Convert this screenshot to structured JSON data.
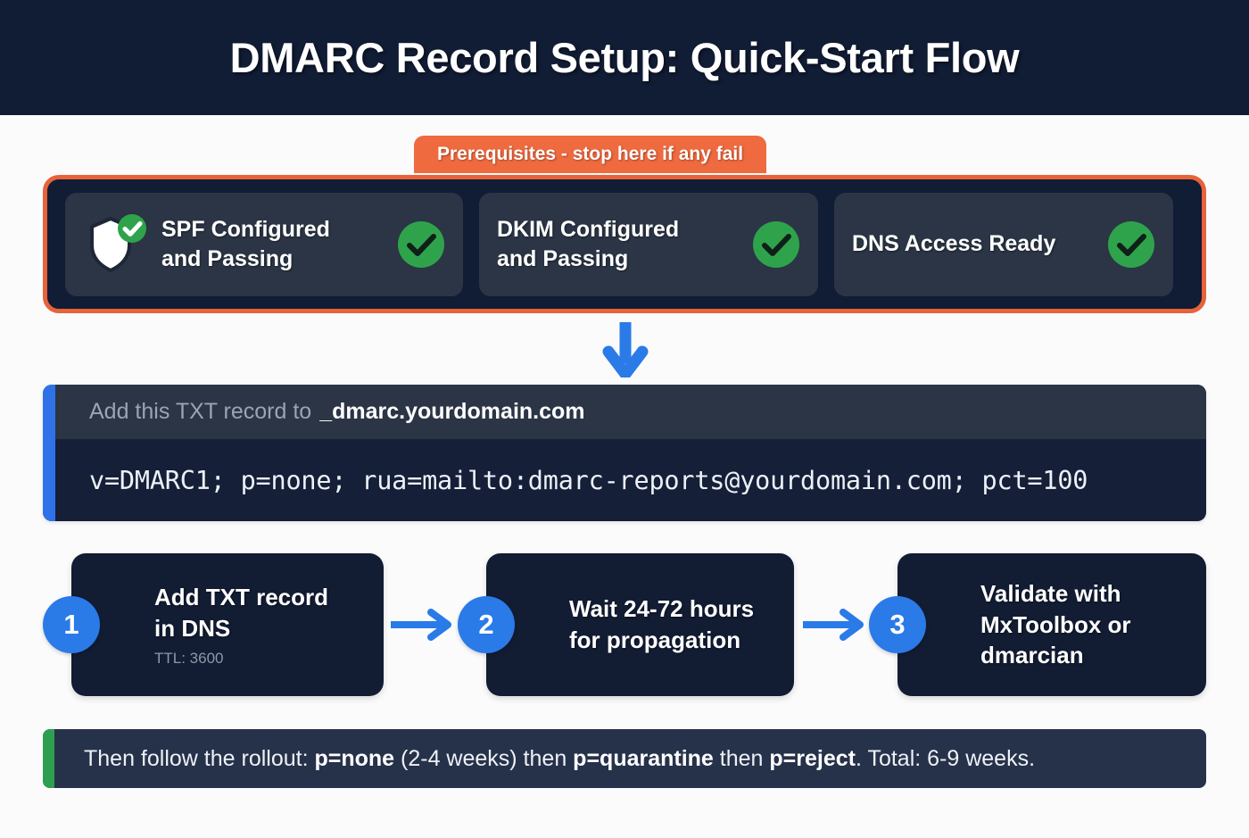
{
  "header": {
    "title": "DMARC Record Setup: Quick-Start Flow"
  },
  "prerequisites": {
    "banner_label": "Prerequisites - stop here if any fail",
    "border_color": "#e8623a",
    "banner_color": "#ef6a3f",
    "check_color": "#2fa34b",
    "cards": [
      {
        "label_line1": "SPF Configured",
        "label_line2": "and Passing",
        "has_shield_icon": true,
        "status_icon": "check-circle-icon"
      },
      {
        "label_line1": "DKIM Configured",
        "label_line2": "and Passing",
        "has_shield_icon": false,
        "status_icon": "check-circle-icon"
      },
      {
        "label_line1": "DNS Access Ready",
        "label_line2": "",
        "has_shield_icon": false,
        "status_icon": "check-circle-icon"
      }
    ]
  },
  "flow_arrow": {
    "direction": "down",
    "color": "#2a7ae8"
  },
  "record": {
    "header_prefix": "Add this TXT record to",
    "header_domain": "_dmarc.yourdomain.com",
    "value": "v=DMARC1; p=none; rua=mailto:dmarc-reports@yourdomain.com; pct=100",
    "accent_color": "#2f72e8"
  },
  "steps": [
    {
      "number": "1",
      "title_line1": "Add TXT record",
      "title_line2": "in DNS",
      "title_line3": "",
      "subtext": "TTL: 3600"
    },
    {
      "number": "2",
      "title_line1": "Wait 24-72 hours",
      "title_line2": "for propagation",
      "title_line3": "",
      "subtext": ""
    },
    {
      "number": "3",
      "title_line1": "Validate with",
      "title_line2": "MxToolbox or",
      "title_line3": "dmarcian",
      "subtext": ""
    }
  ],
  "footer": {
    "accent_color": "#2e9e50",
    "text_part1": "Then follow the rollout: ",
    "bold1": "p=none",
    "text_part2": " (2-4 weeks) then ",
    "bold2": "p=quarantine",
    "text_part3": " then ",
    "bold3": "p=reject",
    "text_part4": ". Total: 6-9 weeks."
  }
}
